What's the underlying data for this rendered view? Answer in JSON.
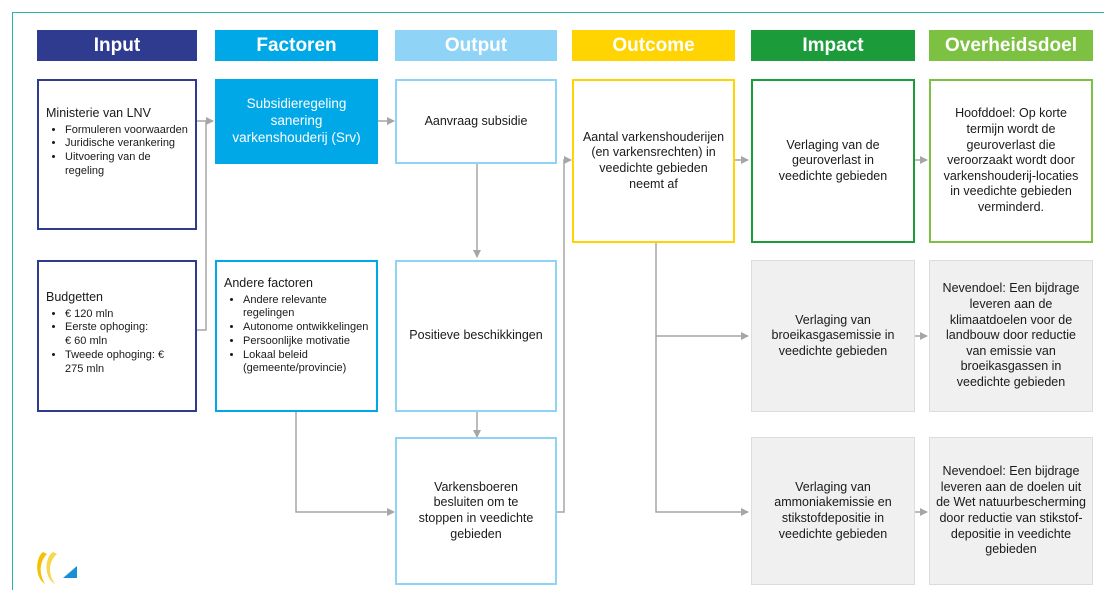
{
  "colors": {
    "input": "#2e3b8e",
    "factoren": "#00a8e8",
    "output": "#8fd4f7",
    "outcome": "#ffd400",
    "impact": "#1b9b3a",
    "doel": "#7cc142",
    "neutral_fill": "#f0f0f0",
    "arrow": "#a6a6a6"
  },
  "headers": {
    "input": "Input",
    "factoren": "Factoren",
    "output": "Output",
    "outcome": "Outcome",
    "impact": "Impact",
    "doel": "Overheidsdoel"
  },
  "input": {
    "ministerie": {
      "title": "Ministerie van LNV",
      "items": [
        "Formuleren voorwaarden",
        "Juridische verankering",
        "Uitvoering van de regeling"
      ]
    },
    "budgetten": {
      "title": "Budgetten",
      "items": [
        "€ 120 mln",
        "Eerste ophoging: € 60 mln",
        "Tweede ophoging: € 275 mln"
      ]
    }
  },
  "factoren": {
    "srv": "Subsidieregeling sanering varkenshouderij (Srv)",
    "andere": {
      "title": "Andere factoren",
      "items": [
        "Andere relevante regelingen",
        "Autonome ontwikkelingen",
        "Persoonlijke motivatie",
        "Lokaal beleid (gemeente/provincie)"
      ]
    }
  },
  "output": {
    "aanvraag": "Aanvraag subsidie",
    "beschikkingen": "Positieve beschikkingen",
    "besluiten": "Varkensboeren besluiten om te stoppen in veedichte gebieden"
  },
  "outcome": {
    "aantal": "Aantal varkenshouderijen (en varkensrechten) in veedichte gebieden neemt af"
  },
  "impact": {
    "geur": "Verlaging van de geuroverlast in veedichte gebieden",
    "broeikas": "Verlaging van broeikasgasemissie in veedichte gebieden",
    "ammoniak": "Verlaging van ammoniakemissie en stikstofdepositie in veedichte gebieden"
  },
  "doel": {
    "hoofd": "Hoofddoel: Op korte termijn wordt de geuroverlast die veroorzaakt wordt door varkenshouderij-locaties in veedichte gebieden verminderd.",
    "neven1": "Nevendoel: Een bijdrage leveren aan de klimaatdoelen voor de landbouw door reductie van emissie van broeikasgassen in veedichte gebieden",
    "neven2": "Nevendoel: Een bijdrage leveren aan de doelen uit de Wet natuurbescherming door reductie van stikstof-depositie in veedichte gebieden"
  }
}
